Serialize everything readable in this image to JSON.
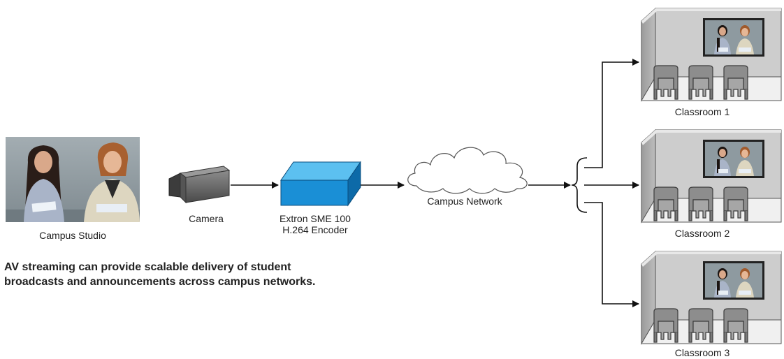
{
  "labels": {
    "studio": "Campus Studio",
    "camera": "Camera",
    "encoder_line1": "Extron SME 100",
    "encoder_line2": "H.264 Encoder",
    "network": "Campus Network",
    "classroom1": "Classroom 1",
    "classroom2": "Classroom 2",
    "classroom3": "Classroom 3"
  },
  "caption": {
    "line1": "AV streaming can provide scalable delivery of student",
    "line2": "broadcasts and announcements across campus networks."
  },
  "colors": {
    "encoder_front": "#1a8fd6",
    "encoder_top": "#5cc0f0",
    "encoder_side": "#0d6aa8",
    "camera_body": "#707070",
    "studio_bg": "#8e9aa0",
    "room_wall": "#c8c8c8",
    "room_floor": "#efefef",
    "chair": "#8a8a8a",
    "arrow": "#111111"
  },
  "icons": [
    "video-frame-icon",
    "camera-icon",
    "encoder-box-icon",
    "cloud-icon",
    "classroom-icon",
    "chair-icon",
    "display-icon"
  ]
}
